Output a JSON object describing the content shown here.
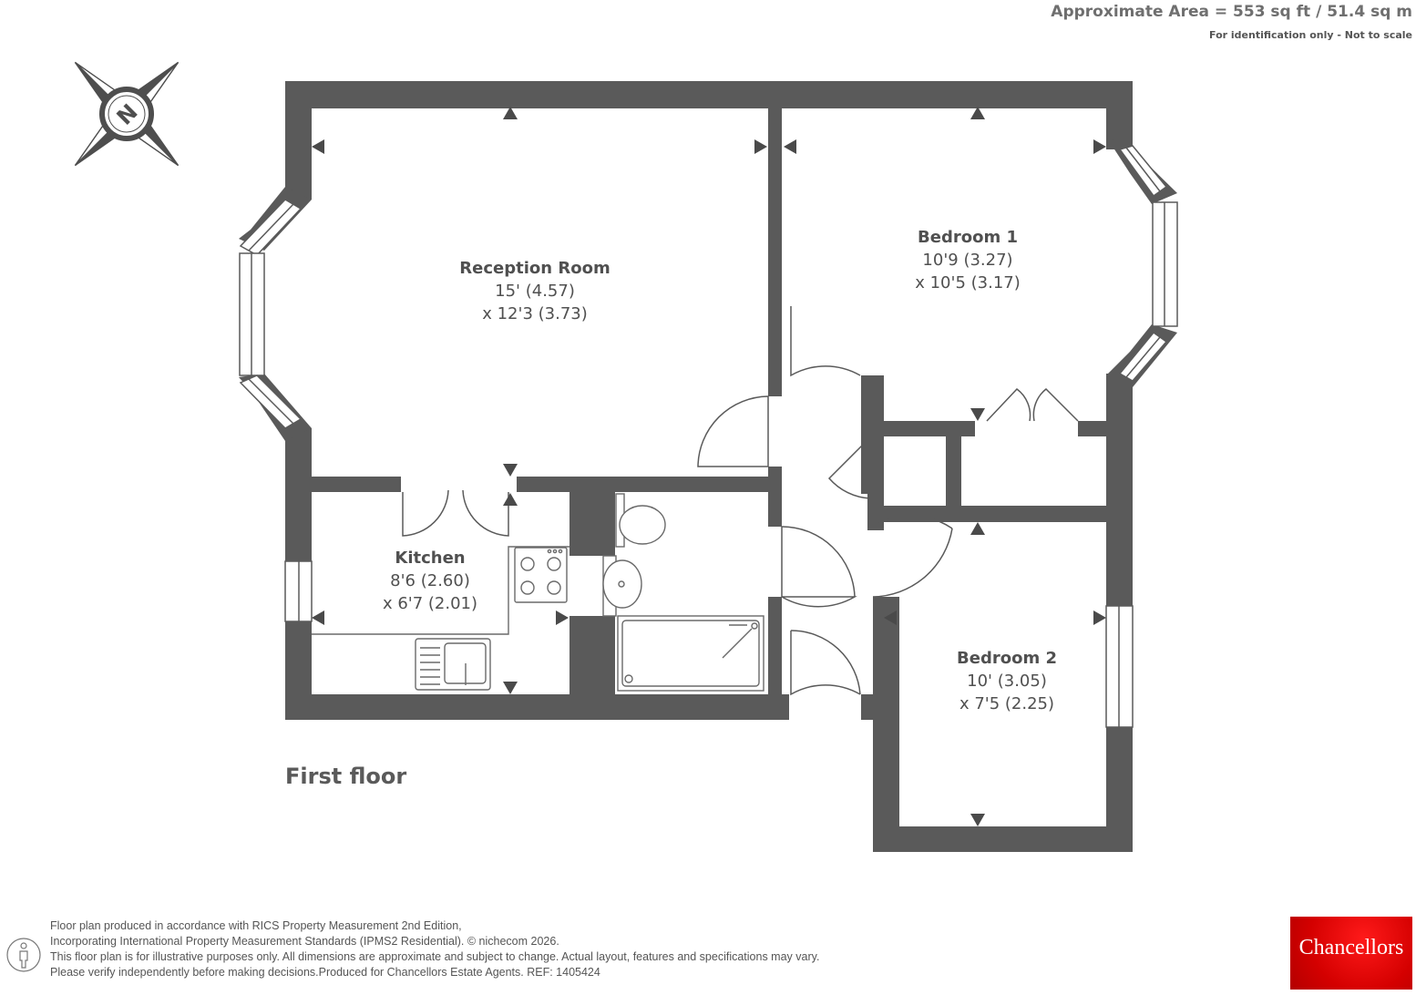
{
  "header": {
    "area": "Approximate Area = 553 sq ft / 51.4 sq m",
    "note": "For identification only - Not to scale"
  },
  "rooms": {
    "reception": {
      "name": "Reception Room",
      "dim1": "15' (4.57)",
      "dim2": "x 12'3 (3.73)"
    },
    "bedroom1": {
      "name": "Bedroom 1",
      "dim1": "10'9 (3.27)",
      "dim2": "x 10'5 (3.17)"
    },
    "kitchen": {
      "name": "Kitchen",
      "dim1": "8'6 (2.60)",
      "dim2": "x 6'7 (2.01)"
    },
    "bedroom2": {
      "name": "Bedroom 2",
      "dim1": "10' (3.05)",
      "dim2": "x 7'5 (2.25)"
    }
  },
  "floor_label": "First floor",
  "compass": {
    "icon": "compass-north-icon",
    "letter": "N"
  },
  "footer": {
    "line1": "Floor plan produced in accordance with RICS Property Measurement 2nd Edition,",
    "line2": "Incorporating International Property Measurement Standards (IPMS2 Residential).   © nichecom 2026.",
    "line3": "This floor plan is for illustrative purposes only. All dimensions are approximate and subject to change. Actual layout, features and specifications may vary.",
    "line4": "Please verify independently before making decisions.Produced for Chancellors Estate Agents.   REF:  1405424"
  },
  "brand": {
    "name": "Chancellors",
    "color": "#d40000"
  },
  "colors": {
    "wall": "#5a5a5a",
    "fixture": "#6a6a6a"
  }
}
